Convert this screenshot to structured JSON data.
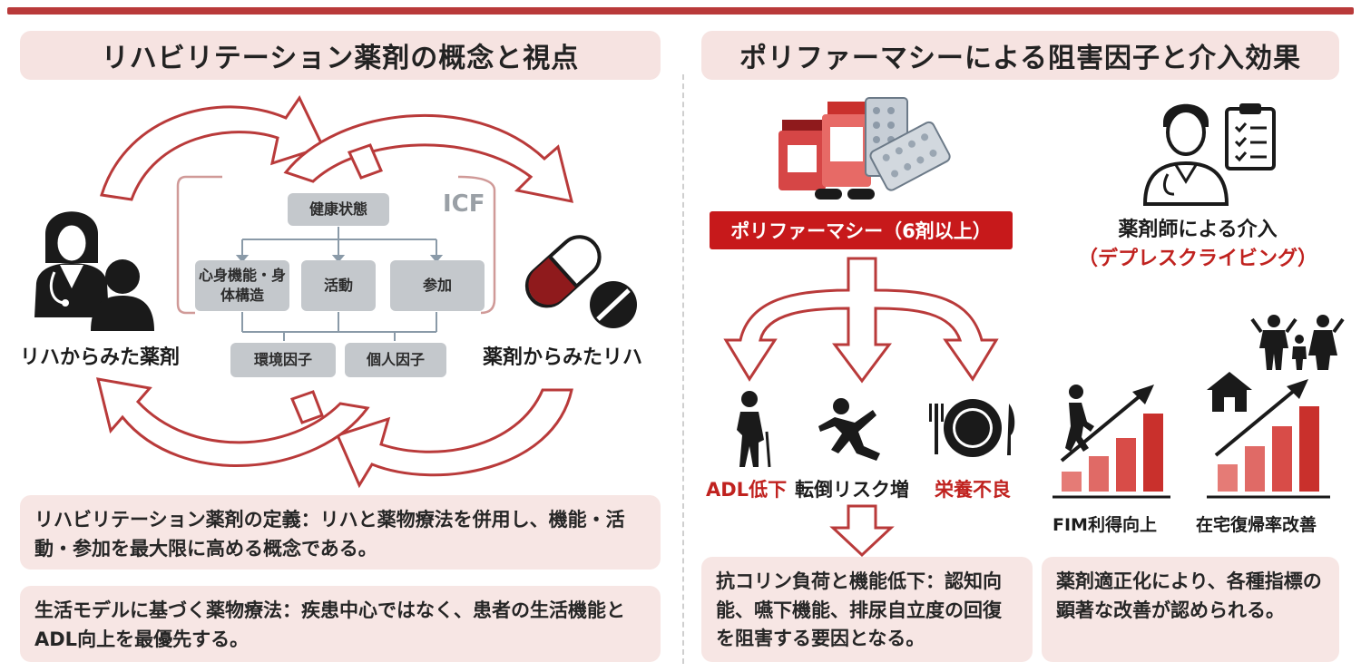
{
  "left_panel": {
    "title": "リハビリテーション薬剤の概念と視点",
    "icf_label": "ICF",
    "health_condition": "健康状態",
    "body_function": "心身機能・身体構造",
    "activity": "活動",
    "participation": "参加",
    "environment": "環境因子",
    "personal": "個人因子",
    "left_label": "リハからみた薬剤",
    "right_label": "薬剤からみたリハ",
    "definition": "リハビリテーション薬剤の定義：リハと薬物療法を併用し、機能・活動・参加を最大限に高める概念である。",
    "life_model": "生活モデルに基づく薬物療法：疾患中心ではなく、患者の生活機能とADL向上を最優先する。"
  },
  "right_panel": {
    "title": "ポリファーマシーによる阻害因子と介入効果",
    "polypharmacy_label": "ポリファーマシー（6剤以上）",
    "pharmacist_line1": "薬剤師による介入",
    "pharmacist_line2": "（デプレスクライビング）",
    "effects": [
      "ADL低下",
      "転倒リスク増",
      "栄養不良"
    ],
    "anticholinergic": "抗コリン負荷と機能低下：認知向能、嚥下機能、排尿自立度の回復を阻害する要因となる。",
    "improvement_note": "薬剤適正化により、各種指標の顕著な改善が認められる。",
    "metrics": [
      "FIM利得向上",
      "在宅復帰率改善"
    ]
  },
  "colors": {
    "accent": "#c0221f",
    "pale": "#f6e3e1",
    "gray_box": "#c4c8cc",
    "dark_red": "#8f1a1c"
  },
  "icons": [
    "doctor-icon",
    "patient-icon",
    "capsule-icon",
    "tablet-icon",
    "medicine-bottles-icon",
    "pharmacist-icon",
    "clipboard-icon",
    "elderly-cane-icon",
    "falling-person-icon",
    "plate-cutlery-icon",
    "stairs-climb-icon",
    "house-icon",
    "family-icon"
  ]
}
